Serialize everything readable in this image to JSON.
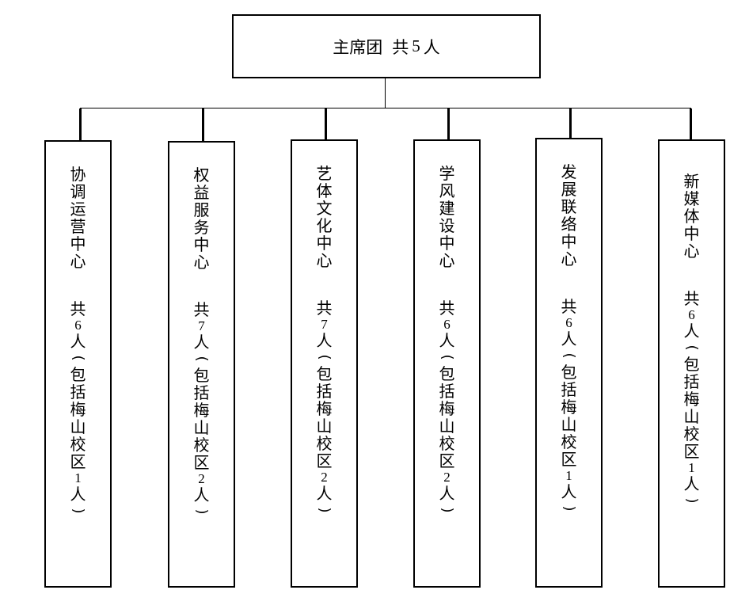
{
  "root": {
    "name": "主席团",
    "count_prefix": "共",
    "count": "5",
    "count_suffix": "人"
  },
  "departments": [
    {
      "name": "协调运营中心",
      "total": "6",
      "meishan": "1"
    },
    {
      "name": "权益服务中心",
      "total": "7",
      "meishan": "2"
    },
    {
      "name": "艺体文化中心",
      "total": "7",
      "meishan": "2"
    },
    {
      "name": "学风建设中心",
      "total": "6",
      "meishan": "2"
    },
    {
      "name": "发展联络中心",
      "total": "6",
      "meishan": "1"
    },
    {
      "name": "新媒体中心",
      "total": "6",
      "meishan": "1"
    }
  ],
  "labels": {
    "gong": "共",
    "ren": "人",
    "open_paren": "(",
    "close_paren": ")",
    "including_campus": "包括梅山校区"
  }
}
